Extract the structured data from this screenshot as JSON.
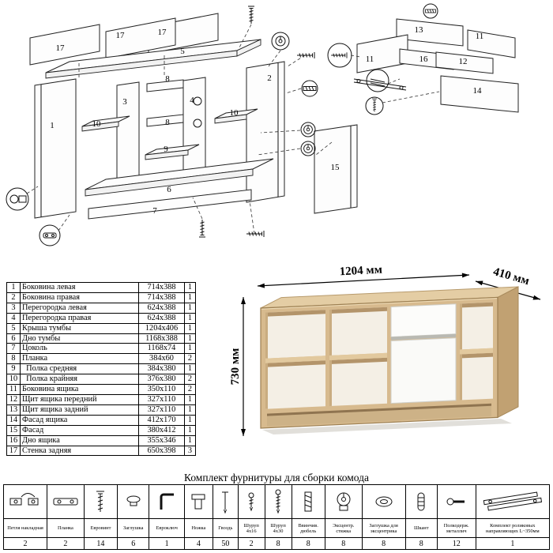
{
  "dimensions": {
    "width": "1204 мм",
    "depth": "410 мм",
    "height": "730 мм"
  },
  "diagram": {
    "labels": [
      "17",
      "17",
      "5",
      "17",
      "1",
      "3",
      "10",
      "8",
      "4",
      "8",
      "9",
      "2",
      "10",
      "6",
      "7",
      "15",
      "13",
      "11",
      "11",
      "16",
      "12",
      "14"
    ]
  },
  "parts_table": {
    "rows": [
      {
        "num": "1",
        "name": "Боковина левая",
        "size": "714x388",
        "qty": "1"
      },
      {
        "num": "2",
        "name": "Боковина правая",
        "size": "714x388",
        "qty": "1"
      },
      {
        "num": "3",
        "name": "Перегородка левая",
        "size": "624x388",
        "qty": "1"
      },
      {
        "num": "4",
        "name": "Перегородка правая",
        "size": "624x388",
        "qty": "1"
      },
      {
        "num": "5",
        "name": "Крыша тумбы",
        "size": "1204x406",
        "qty": "1"
      },
      {
        "num": "6",
        "name": "Дно тумбы",
        "size": "1168x388",
        "qty": "1"
      },
      {
        "num": "7",
        "name": "Цоколь",
        "size": "1168x74",
        "qty": "1"
      },
      {
        "num": "8",
        "name": "Планка",
        "size": "384x60",
        "qty": "2"
      },
      {
        "num": "9",
        "name": "  Полка средняя",
        "size": "384x380",
        "qty": "1"
      },
      {
        "num": "10",
        "name": "  Полка крайняя",
        "size": "376x380",
        "qty": "2"
      },
      {
        "num": "11",
        "name": "Боковина ящика",
        "size": "350x110",
        "qty": "2"
      },
      {
        "num": "12",
        "name": "Щит ящика передний",
        "size": "327x110",
        "qty": "1"
      },
      {
        "num": "13",
        "name": "Щит ящика задний",
        "size": "327x110",
        "qty": "1"
      },
      {
        "num": "14",
        "name": "Фасад ящика",
        "size": "412x170",
        "qty": "1"
      },
      {
        "num": "15",
        "name": "Фасад",
        "size": "380x412",
        "qty": "1"
      },
      {
        "num": "16",
        "name": "Дно ящика",
        "size": "355x346",
        "qty": "1"
      },
      {
        "num": "17",
        "name": "Стенка задняя",
        "size": "650x398",
        "qty": "3"
      }
    ]
  },
  "hardware": {
    "title": "Комплект фурнитуры для сборки комода",
    "items": [
      {
        "label": "Петля накладная",
        "qty": "2",
        "icon": "hinge-icon"
      },
      {
        "label": "Планка",
        "qty": "2",
        "icon": "plate-icon"
      },
      {
        "label": "Евровинт",
        "qty": "14",
        "icon": "euroscrew-icon"
      },
      {
        "label": "Заглушка",
        "qty": "6",
        "icon": "plug-icon"
      },
      {
        "label": "Евроключ",
        "qty": "1",
        "icon": "hexkey-icon"
      },
      {
        "label": "Ножка",
        "qty": "4",
        "icon": "foot-icon"
      },
      {
        "label": "Гвоздь",
        "qty": "50",
        "icon": "nail-icon"
      },
      {
        "label": "Шуруп 4x16",
        "qty": "2",
        "icon": "screw-short-icon"
      },
      {
        "label": "Шуруп 4x30",
        "qty": "8",
        "icon": "screw-long-icon"
      },
      {
        "label": "Ввинчив. дюбель",
        "qty": "8",
        "icon": "dowel-icon"
      },
      {
        "label": "Эксцентр. стяжка",
        "qty": "8",
        "icon": "cam-icon"
      },
      {
        "label": "Заглушка для эксцентрика",
        "qty": "8",
        "icon": "cam-cap-icon"
      },
      {
        "label": "Шкант",
        "qty": "8",
        "icon": "shkant-icon"
      },
      {
        "label": "Полкодерж. металлич",
        "qty": "12",
        "icon": "shelf-support-icon"
      },
      {
        "label": "Комплект роликовых направляющих L~350мм",
        "qty": "1",
        "icon": "roller-guides-icon"
      }
    ]
  },
  "colors": {
    "oak": "#d7ba8e",
    "oak_dark": "#bb9c6b",
    "front_white": "#fbfbf9",
    "line": "#1a1a1a"
  }
}
